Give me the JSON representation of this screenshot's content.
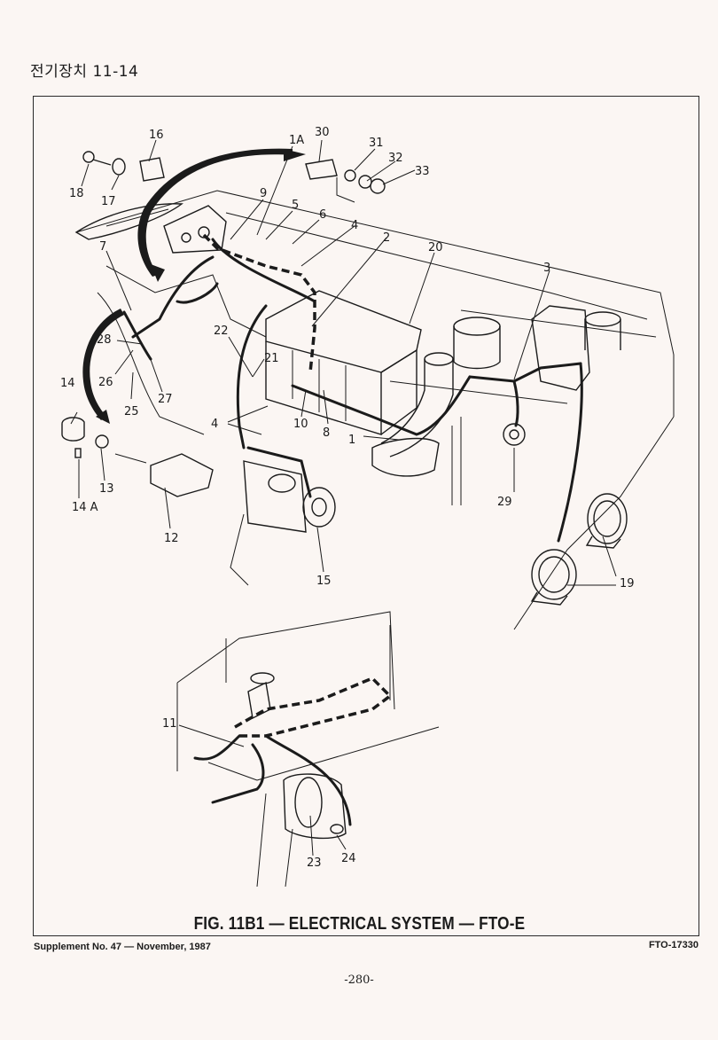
{
  "page": {
    "header": "전기장치 11-14",
    "caption": "FIG. 11B1 — ELECTRICAL SYSTEM — FTO-E",
    "supplement": "Supplement No. 47 — November, 1987",
    "figure_code": "FTO-17330",
    "page_number": "-280-"
  },
  "callouts": {
    "c1": "1",
    "c1A": "1A",
    "c2": "2",
    "c3": "3",
    "c4a": "4",
    "c4b": "4",
    "c5": "5",
    "c6": "6",
    "c7": "7",
    "c8": "8",
    "c9": "9",
    "c10": "10",
    "c11": "11",
    "c12": "12",
    "c13": "13",
    "c14": "14",
    "c14A": "14 A",
    "c15": "15",
    "c16": "16",
    "c17": "17",
    "c18": "18",
    "c19": "19",
    "c20": "20",
    "c21": "21",
    "c22": "22",
    "c23": "23",
    "c24": "24",
    "c25": "25",
    "c26": "26",
    "c27": "27",
    "c28": "28",
    "c29": "29",
    "c30": "30",
    "c31": "31",
    "c32": "32",
    "c33": "33"
  }
}
